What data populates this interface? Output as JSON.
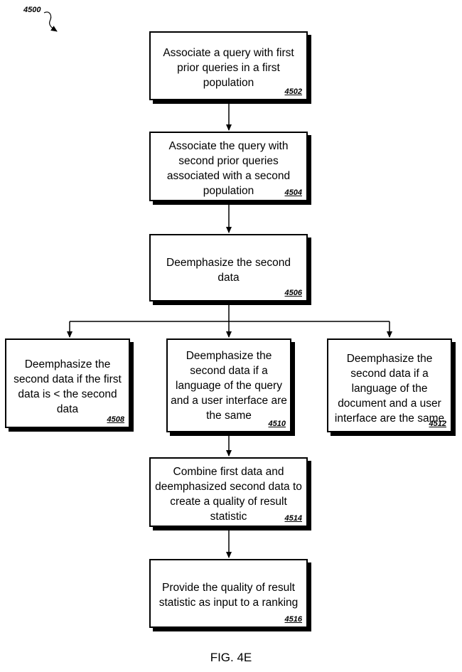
{
  "figure": {
    "ref": "4500",
    "caption": "FIG. 4E"
  },
  "steps": [
    {
      "id": "4502",
      "text": "Associate a query with first prior queries in a first population"
    },
    {
      "id": "4504",
      "text": "Associate the query with second prior queries associated with a second population"
    },
    {
      "id": "4506",
      "text": "Deemphasize the second data"
    },
    {
      "id": "4508",
      "text": "Deemphasize the second data if the first data is < the second data"
    },
    {
      "id": "4510",
      "text": "Deemphasize the second data if a language of the query and a user interface are the same"
    },
    {
      "id": "4512",
      "text": "Deemphasize the second data if a language of the document and a user interface are the same"
    },
    {
      "id": "4514",
      "text": "Combine first data and deemphasized second data to create a quality of result statistic"
    },
    {
      "id": "4516",
      "text": "Provide the quality of result statistic as input to a ranking"
    }
  ]
}
